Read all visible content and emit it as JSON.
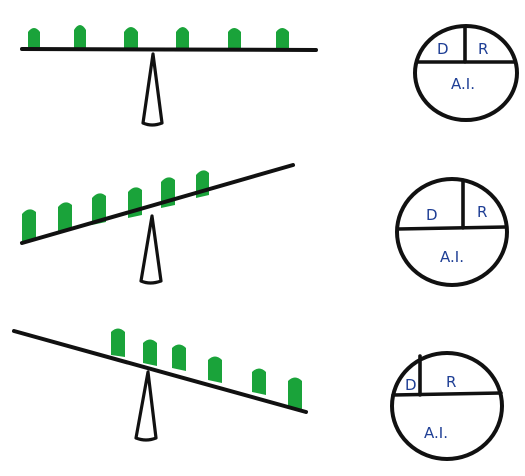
{
  "colors": {
    "block": "#1aa33a",
    "ink": "#111111",
    "label_ink": "#1f3f95",
    "background": "#ffffff"
  },
  "rows": [
    {
      "balance": "level",
      "circle_labels": {
        "d": "D",
        "r": "R",
        "ai": "A.I."
      }
    },
    {
      "balance": "tilted-left-down",
      "circle_labels": {
        "d": "D",
        "r": "R",
        "ai": "A.I."
      }
    },
    {
      "balance": "tilted-right-down",
      "circle_labels": {
        "d": "D",
        "r": "R",
        "ai": "A.I."
      }
    }
  ]
}
